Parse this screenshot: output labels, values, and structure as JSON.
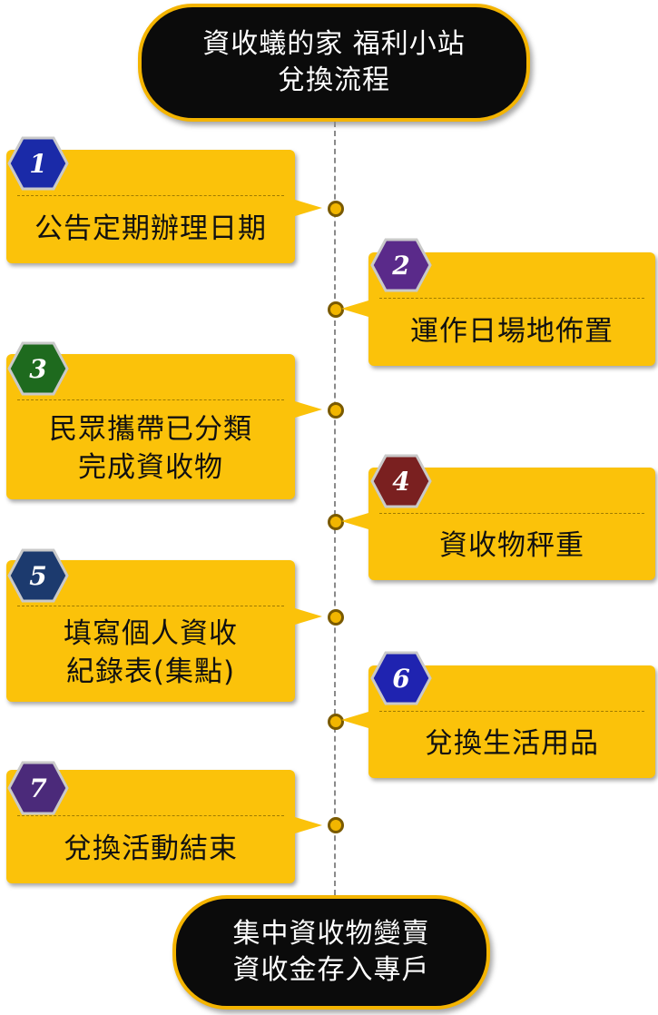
{
  "header": {
    "line1": "資收蟻的家 福利小站",
    "line2": "兌換流程"
  },
  "steps": [
    {
      "number": "1",
      "color": "#1a2aa8",
      "lines": [
        "公告定期辦理日期"
      ]
    },
    {
      "number": "2",
      "color": "#5a2a8a",
      "lines": [
        "運作日場地佈置"
      ]
    },
    {
      "number": "3",
      "color": "#1e6a1e",
      "lines": [
        "民眾攜帶已分類",
        "完成資收物"
      ]
    },
    {
      "number": "4",
      "color": "#7a2020",
      "lines": [
        "資收物秤重"
      ]
    },
    {
      "number": "5",
      "color": "#1c3a6e",
      "lines": [
        "填寫個人資收",
        "紀錄表(集點)"
      ]
    },
    {
      "number": "6",
      "color": "#1f23b0",
      "lines": [
        "兌換生活用品"
      ]
    },
    {
      "number": "7",
      "color": "#4b2a7a",
      "lines": [
        "兌換活動結束"
      ]
    }
  ],
  "footer": {
    "line1": "集中資收物變賣",
    "line2": "資收金存入專戶"
  },
  "colors": {
    "card": "#fbc20a",
    "pill_border": "#f4b400",
    "pill_bg": "#0b0b0b",
    "timeline": "#8a8a8a"
  }
}
